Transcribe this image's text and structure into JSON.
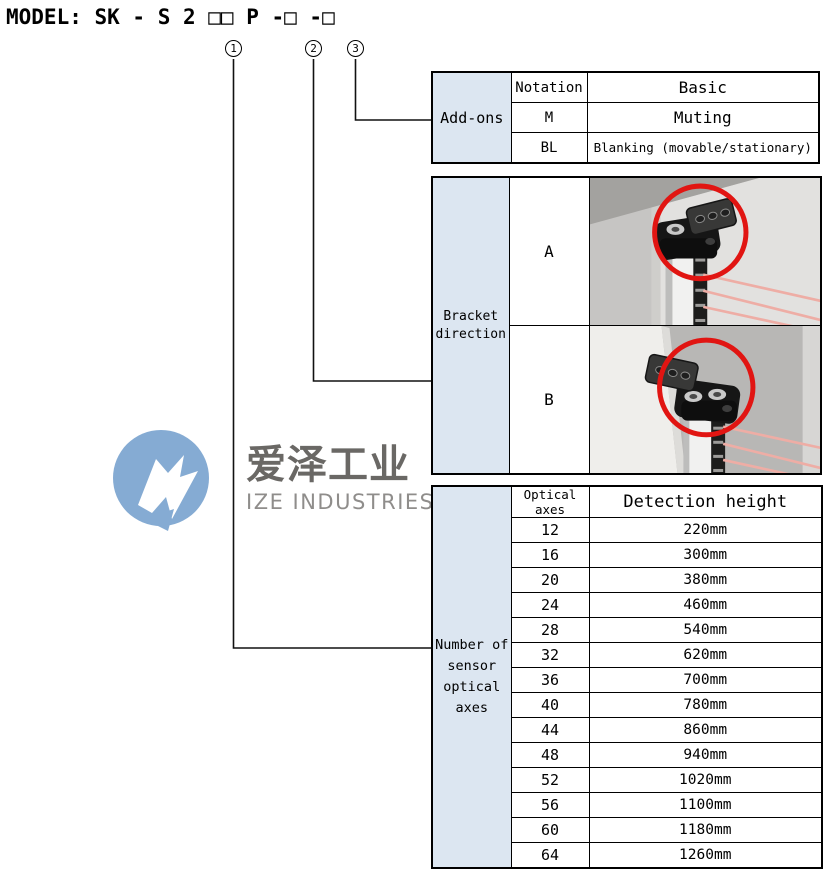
{
  "model": {
    "label": "MODEL: SK - S 2 □□ P -□ -□",
    "markers": [
      "1",
      "2",
      "3"
    ]
  },
  "addons": {
    "label": "Add-ons",
    "rows": [
      {
        "notation": "Notation",
        "desc": "Basic"
      },
      {
        "notation": "M",
        "desc": "Muting"
      },
      {
        "notation": "BL",
        "desc": "Blanking (movable/stationary)"
      }
    ]
  },
  "bracket": {
    "label": "Bracket direction",
    "rows": [
      {
        "option": "A",
        "image": "sensor-top-with-bracket-right-red-circle"
      },
      {
        "option": "B",
        "image": "sensor-top-with-bracket-left-red-circle"
      }
    ]
  },
  "axes": {
    "label": "Number of sensor optical axes",
    "headers": {
      "axes": "Optical axes",
      "height": "Detection height"
    },
    "rows": [
      {
        "axes": "12",
        "height": "220mm"
      },
      {
        "axes": "16",
        "height": "300mm"
      },
      {
        "axes": "20",
        "height": "380mm"
      },
      {
        "axes": "24",
        "height": "460mm"
      },
      {
        "axes": "28",
        "height": "540mm"
      },
      {
        "axes": "32",
        "height": "620mm"
      },
      {
        "axes": "36",
        "height": "700mm"
      },
      {
        "axes": "40",
        "height": "780mm"
      },
      {
        "axes": "44",
        "height": "860mm"
      },
      {
        "axes": "48",
        "height": "940mm"
      },
      {
        "axes": "52",
        "height": "1020mm"
      },
      {
        "axes": "56",
        "height": "1100mm"
      },
      {
        "axes": "60",
        "height": "1180mm"
      },
      {
        "axes": "64",
        "height": "1260mm"
      }
    ]
  },
  "watermark": {
    "cn": "爱泽工业",
    "en": "IZE INDUSTRIES"
  },
  "colors": {
    "accent_red": "#e11512",
    "table_label_bg": "#dce6f1",
    "logo_blue": "#85abd3",
    "watermark_cn_gray": "#6a6865",
    "watermark_en_gray": "#8f8d8b",
    "laser_pink": "#eeada5"
  }
}
